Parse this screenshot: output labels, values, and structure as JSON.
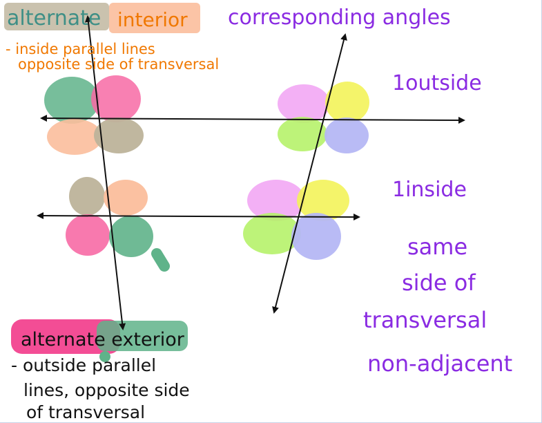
{
  "colors": {
    "ink": "#111111",
    "purple": "#8a2be2",
    "orange": "#f07800",
    "teal_text": "#3e8f86",
    "sage": "#bdb39a",
    "peach": "#fbbe9c",
    "green": "#5fb38a",
    "pink": "#f76aa5",
    "hot_pink": "#f0207a",
    "lavender": "#f2a7f4",
    "yellow": "#f3f35a",
    "lime": "#b6f26a",
    "periwinkle": "#b5b7f4"
  },
  "labels": {
    "alternate": "alternate",
    "interior": "interior",
    "interior_note_1": "- inside parallel lines",
    "interior_note_2": "opposite side of transversal",
    "corresponding_title": "corresponding angles",
    "outside": "1outside",
    "inside": "1inside",
    "same_1": "same",
    "same_2": "side of",
    "same_3": "transversal",
    "same_4": "non-adjacent",
    "alt_exterior": "alternate exterior",
    "exterior_note_1": "- outside parallel",
    "exterior_note_2": "lines, opposite side",
    "exterior_note_3": "of transversal"
  }
}
